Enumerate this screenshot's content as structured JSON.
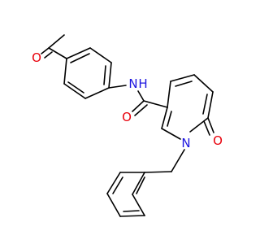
{
  "molecule": {
    "atoms": [
      {
        "id": "O_acetyl",
        "label": "O",
        "color": "#e8000b"
      },
      {
        "id": "N_amide",
        "label": "N",
        "color": "#1d16e0"
      },
      {
        "id": "H_amide",
        "label": "H",
        "color": "#1d16e0"
      },
      {
        "id": "O_amide",
        "label": "O",
        "color": "#e8000b"
      },
      {
        "id": "N_ring",
        "label": "N",
        "color": "#1d16e0"
      },
      {
        "id": "O_ring",
        "label": "O",
        "color": "#e8000b"
      }
    ]
  }
}
